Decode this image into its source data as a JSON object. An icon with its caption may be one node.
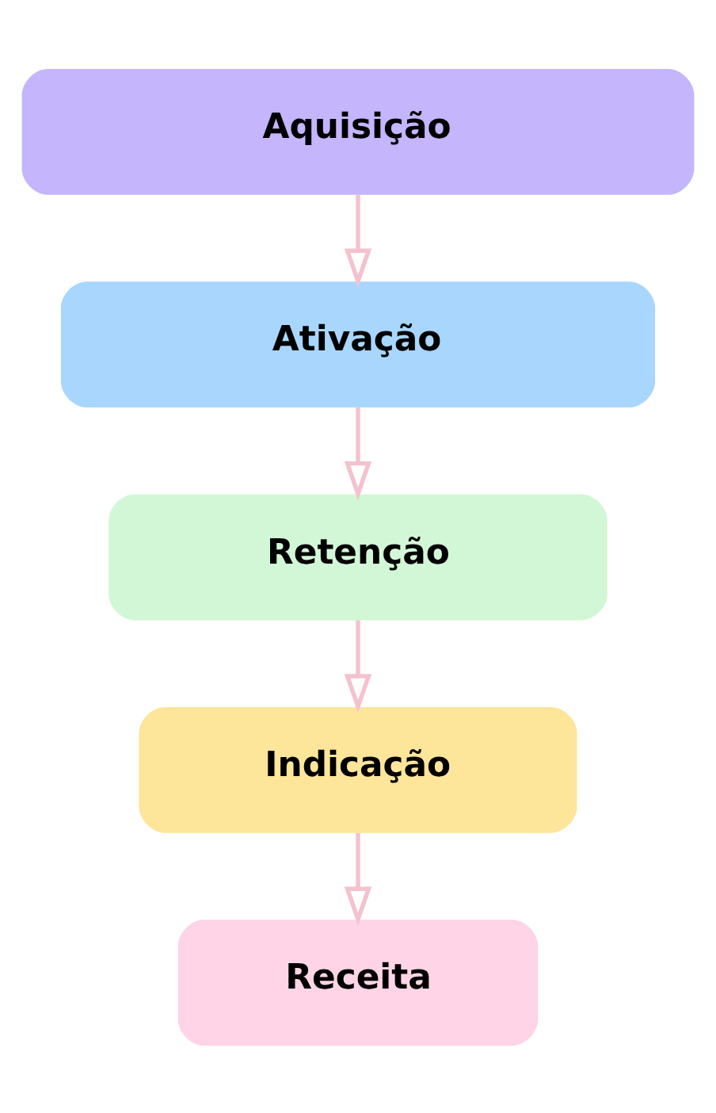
{
  "diagram": {
    "nodes": [
      {
        "text": [
          "Aquisição"
        ]
      },
      {
        "text": [
          "Ativação"
        ]
      },
      {
        "text": [
          "Retenção"
        ]
      },
      {
        "text": [
          "Indicação"
        ]
      },
      {
        "text": [
          "Receita"
        ]
      }
    ],
    "edges": [
      {
        "from": 0,
        "to": 1,
        "arrow": "to"
      },
      {
        "from": 1,
        "to": 2,
        "arrow": "to"
      },
      {
        "from": 2,
        "to": 3,
        "arrow": "to"
      },
      {
        "from": 3,
        "to": 4,
        "arrow": "to"
      }
    ]
  }
}
